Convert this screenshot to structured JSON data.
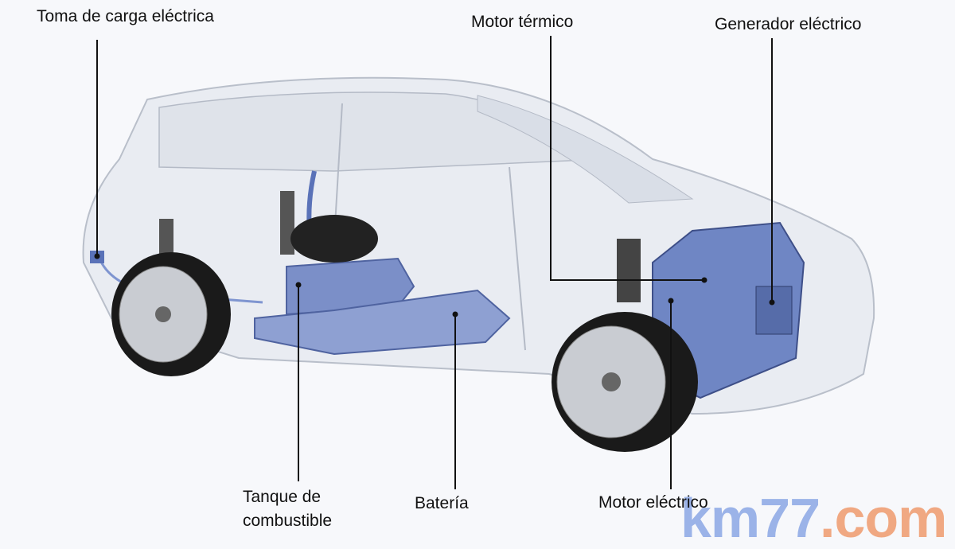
{
  "labels": {
    "charge_port": "Toma de carga eléctrica",
    "thermal_engine": "Motor térmico",
    "generator": "Generador eléctrico",
    "fuel_tank_line1": "Tanque de",
    "fuel_tank_line2": "combustible",
    "battery": "Batería",
    "electric_motor": "Motor eléctrico"
  },
  "watermark": {
    "part1": "km77",
    "part2": ".com"
  },
  "colors": {
    "component_blue": "#6f86c4",
    "watermark_blue": "#9bb3e8",
    "watermark_orange": "#f0a882"
  }
}
